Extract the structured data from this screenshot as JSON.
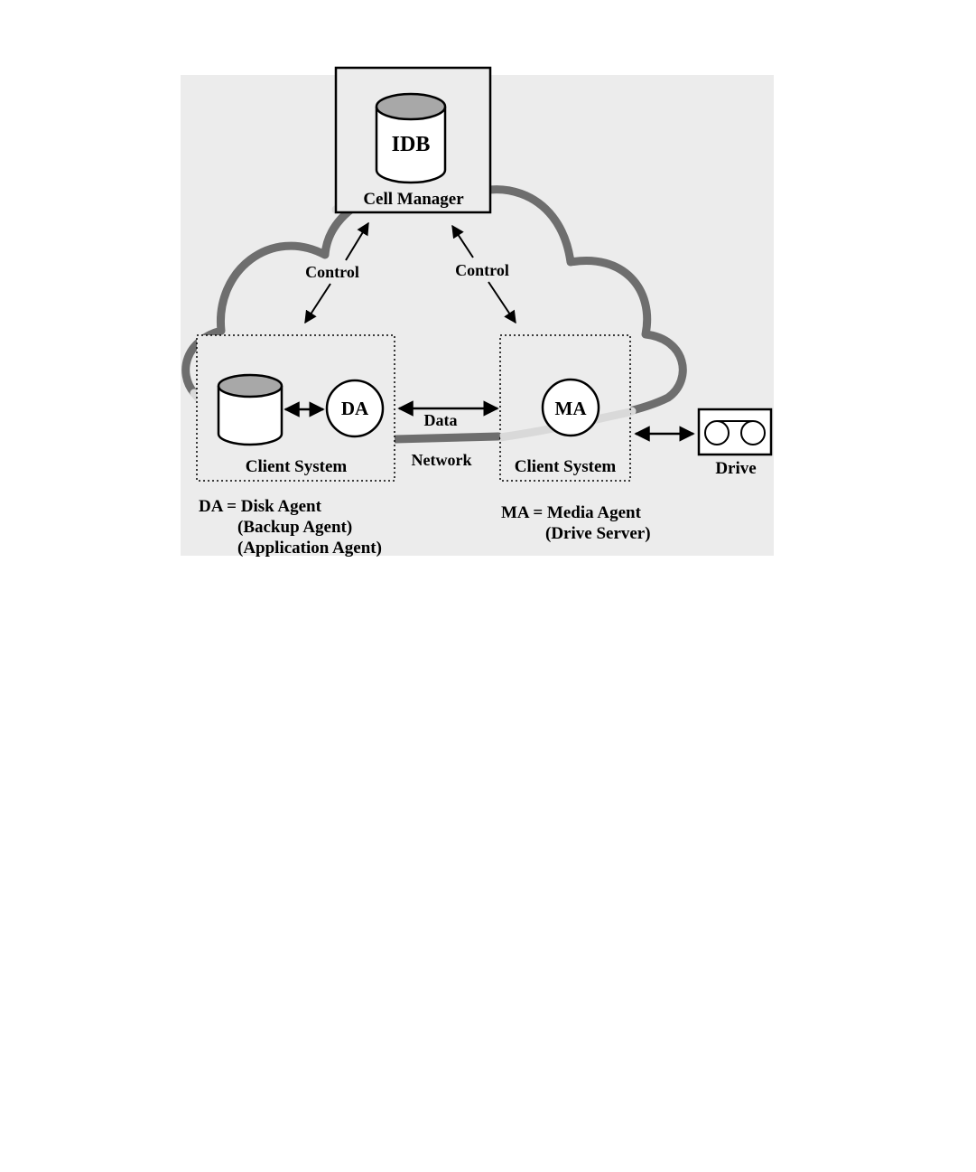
{
  "cell_manager": {
    "db_label": "IDB",
    "label": "Cell Manager"
  },
  "control": {
    "left": "Control",
    "right": "Control"
  },
  "client_left": {
    "agent": "DA",
    "label": "Client System"
  },
  "client_right": {
    "agent": "MA",
    "label": "Client System"
  },
  "data_label": "Data",
  "network_label": "Network",
  "drive_label": "Drive",
  "legend_da": {
    "line1": "DA = Disk Agent",
    "line2": "(Backup Agent)",
    "line3": "(Application Agent)"
  },
  "legend_ma": {
    "line1": "MA = Media Agent",
    "line2": "(Drive Server)"
  },
  "colors": {
    "panel_bg": "#ececec",
    "cloud_dark": "#6e6e6e",
    "cloud_light": "#d9d9d9",
    "db_top": "#a8a8a8"
  }
}
